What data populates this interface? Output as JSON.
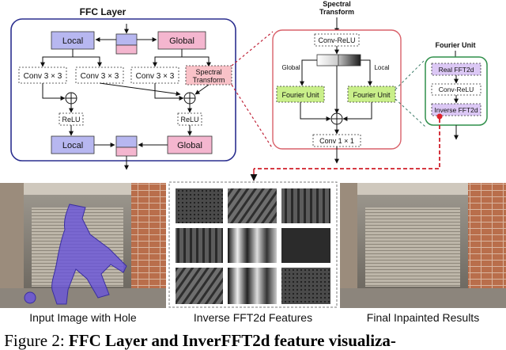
{
  "ffc": {
    "title": "FFC Layer",
    "local": "Local",
    "global": "Global",
    "conv": "Conv 3 × 3",
    "spectral_transform_line1": "Spectral",
    "spectral_transform_line2": "Transform",
    "relu": "ReLU",
    "local_out": "Local",
    "global_out": "Global"
  },
  "spectral": {
    "title_line1": "Spectral",
    "title_line2": "Transform",
    "conv_relu": "Conv-ReLU",
    "global_label": "Global",
    "local_label": "Local",
    "fourier_unit": "Fourier Unit",
    "conv_1x1": "Conv 1 × 1"
  },
  "fourier": {
    "title": "Fourier Unit",
    "real_fft": "Real FFT2d",
    "conv_relu": "Conv-ReLU",
    "inverse_fft": "Inverse FFT2d"
  },
  "panels": {
    "input": "Input Image with Hole",
    "features": "Inverse FFT2d Features",
    "result": "Final Inpainted Results"
  },
  "caption": {
    "prefix": "Figure 2: ",
    "bold": "FFC Layer and InverFFT2d feature visualiza-"
  },
  "colors": {
    "local_fill": "#b7b7f0",
    "global_fill": "#f4b6cf",
    "fourier_fill": "#c9ef8a",
    "spectral_fill": "#f9c2c8",
    "ffc_border": "#2b2f8f",
    "spectral_border": "#d9616a",
    "fourier_border": "#2f8f4a",
    "hole_fill": "#6a55d8"
  }
}
